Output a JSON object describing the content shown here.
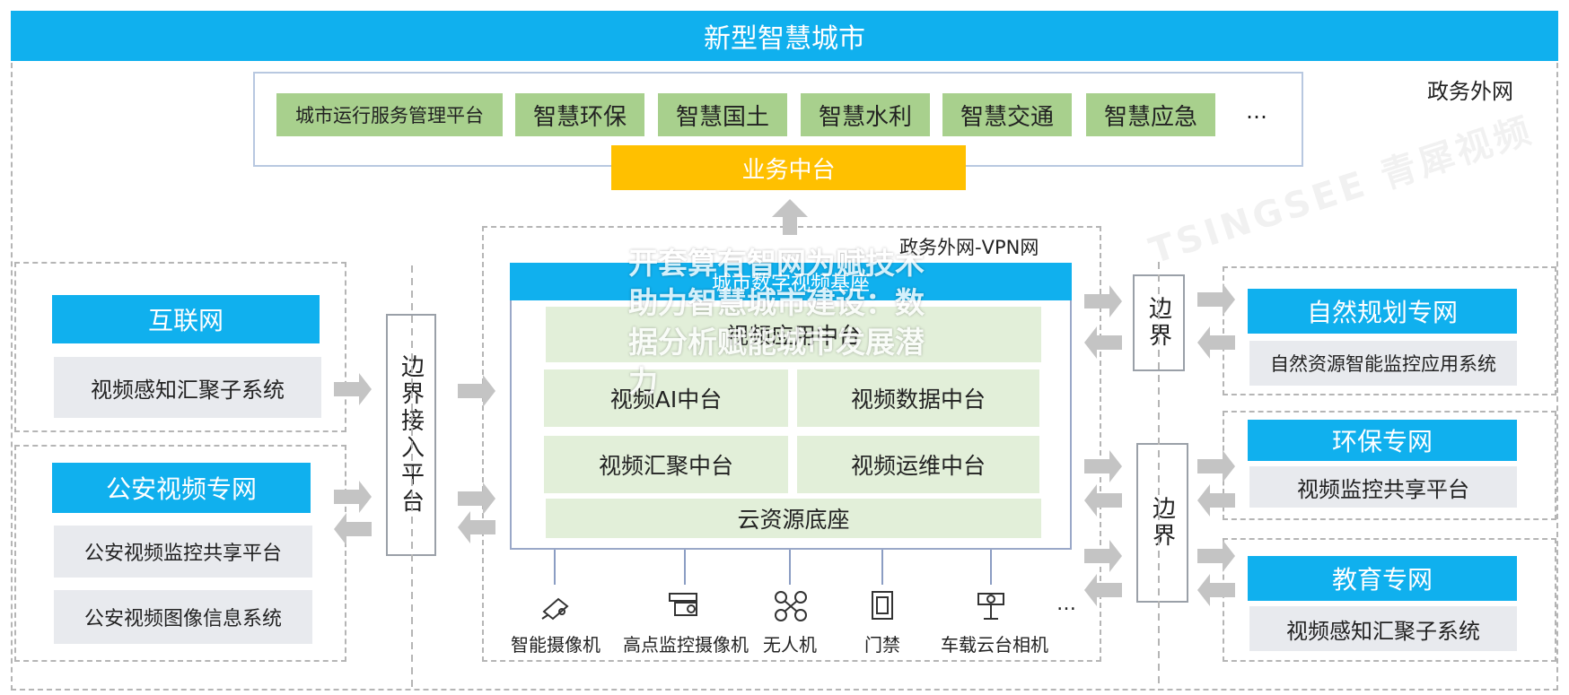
{
  "title": "新型智慧城市",
  "zones": {
    "gov_external": "政务外网",
    "gov_vpn": "政务外网-VPN网"
  },
  "business_apps": [
    "城市运行服务管理平台",
    "智慧环保",
    "智慧国土",
    "智慧水利",
    "智慧交通",
    "智慧应急",
    "…"
  ],
  "business_platform": "业务中台",
  "video_base": {
    "title": "城市数字视频基座",
    "app_platform": "视频应用中台",
    "ai_platform": "视频AI中台",
    "data_platform": "视频数据中台",
    "aggregation_platform": "视频汇聚中台",
    "ops_platform": "视频运维中台",
    "cloud_base": "云资源底座"
  },
  "edge_access": "边界接入平台",
  "left_networks": [
    {
      "name": "互联网",
      "systems": [
        "视频感知汇聚子系统"
      ]
    },
    {
      "name": "公安视频专网",
      "systems": [
        "公安视频监控共享平台",
        "公安视频图像信息系统"
      ]
    }
  ],
  "boundary_label": "边界",
  "right_networks": [
    {
      "name": "自然规划专网",
      "systems": [
        "自然资源智能监控应用系统"
      ]
    },
    {
      "name": "环保专网",
      "systems": [
        "视频监控共享平台"
      ]
    },
    {
      "name": "教育专网",
      "systems": [
        "视频感知汇聚子系统"
      ]
    }
  ],
  "devices": [
    {
      "label": "智能摄像机",
      "icon": "camera-icon"
    },
    {
      "label": "高点监控摄像机",
      "icon": "ptz-camera-icon"
    },
    {
      "label": "无人机",
      "icon": "drone-icon"
    },
    {
      "label": "门禁",
      "icon": "door-access-icon"
    },
    {
      "label": "车载云台相机",
      "icon": "vehicle-gimbal-camera-icon"
    }
  ],
  "devices_more": "…",
  "overlay_text": "开套算有智网为赋技术助力智慧城市建设：数据分析赋能城市发展潜力",
  "watermark": "TSINGSEE 青犀视频",
  "colors": {
    "blue": "#10b0ee",
    "green": "#a8d08d",
    "light_green": "#e2efd9",
    "yellow": "#ffc000",
    "grey_box": "#e8eaee",
    "arrow": "#bfbfbf"
  }
}
